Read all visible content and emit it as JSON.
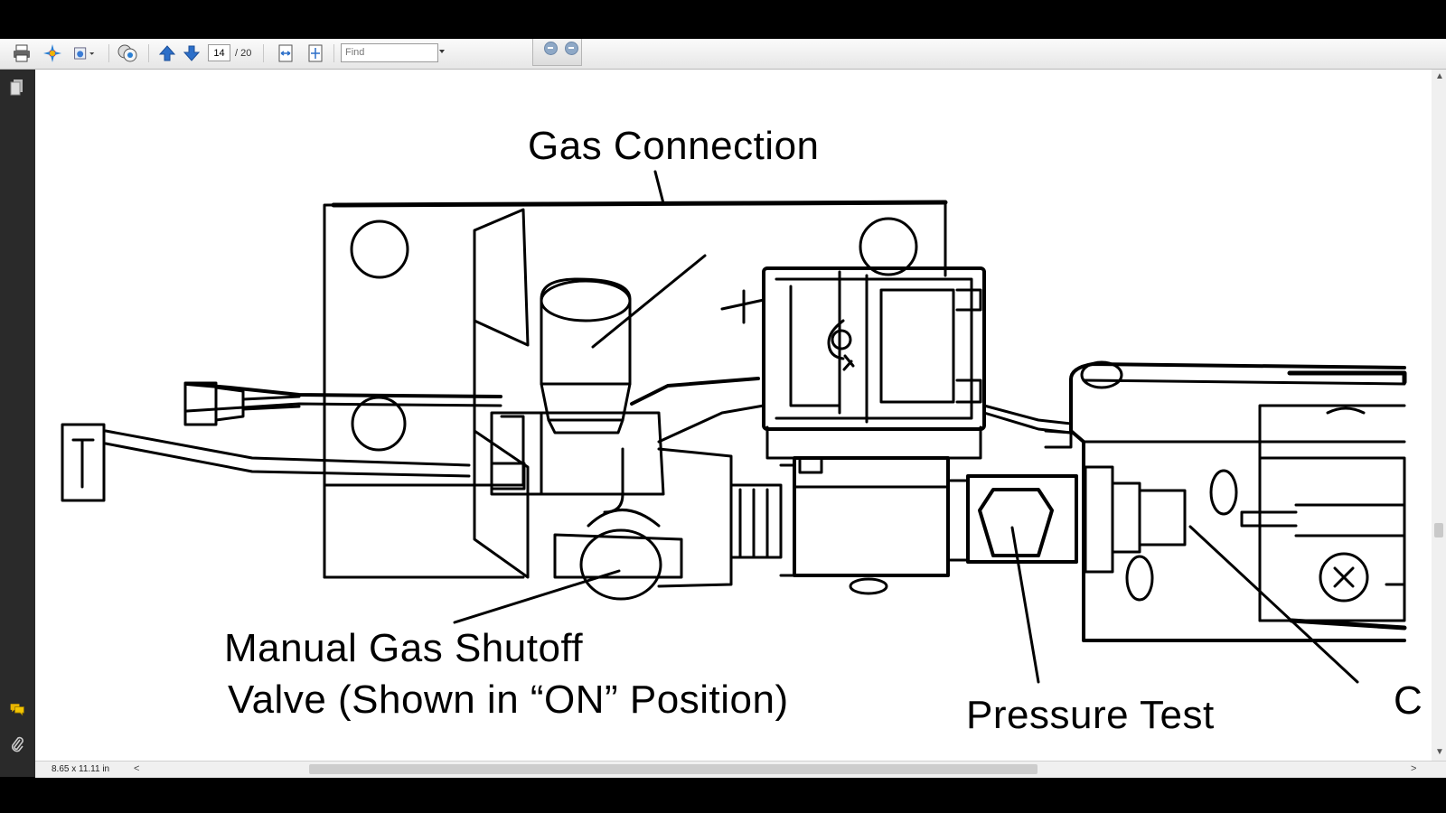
{
  "toolbar": {
    "page_number": "14",
    "page_total": "/ 20",
    "find_placeholder": "Find",
    "buttons": [
      "print-icon",
      "star-icon",
      "export-icon",
      "comment-icon",
      "prev-page-icon",
      "next-page-icon",
      "fit-width-icon",
      "fit-page-icon",
      "zoom-out-icon",
      "zoom-in-icon"
    ]
  },
  "document": {
    "labels": {
      "gas_connection": "Gas  Connection",
      "manual_line1": "Manual  Gas  Shutoff",
      "manual_line2": "Valve  (Shown  in  “ON”  Position)",
      "pressure_test": "Pressure Test",
      "cut_off": "C"
    }
  },
  "status": {
    "page_size": "8.65 x 11.11 in"
  },
  "colors": {
    "background": "#000000",
    "sidebar": "#2a2a2a",
    "page": "#ffffff"
  }
}
